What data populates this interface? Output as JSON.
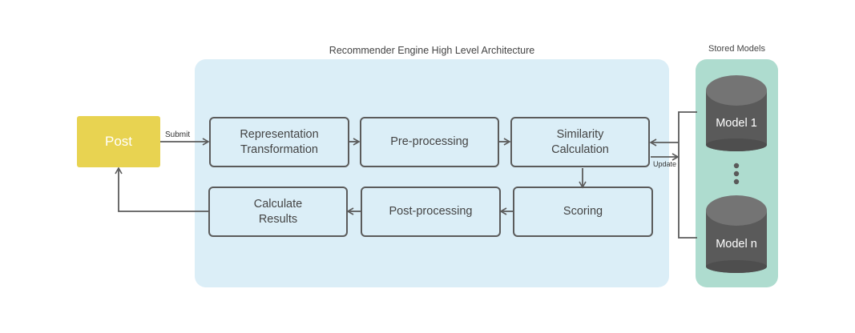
{
  "title": "Recommender Engine High Level Architecture",
  "stored_models_title": "Stored Models",
  "post_label": "Post",
  "submit_label": "Submit",
  "update_label": "Update",
  "steps": {
    "representation": "Representation\nTransformation",
    "preprocessing": "Pre-processing",
    "similarity": "Similarity\nCalculation",
    "calculate": "Calculate\nResults",
    "postprocessing": "Post-processing",
    "scoring": "Scoring"
  },
  "models": [
    "Model 1",
    "Model n"
  ],
  "colors": {
    "panel": "#dbeef7",
    "stored_panel": "#aedccf",
    "post": "#e8d351",
    "cylinder": "#5a5a5a",
    "stroke": "#5b5b5b"
  }
}
